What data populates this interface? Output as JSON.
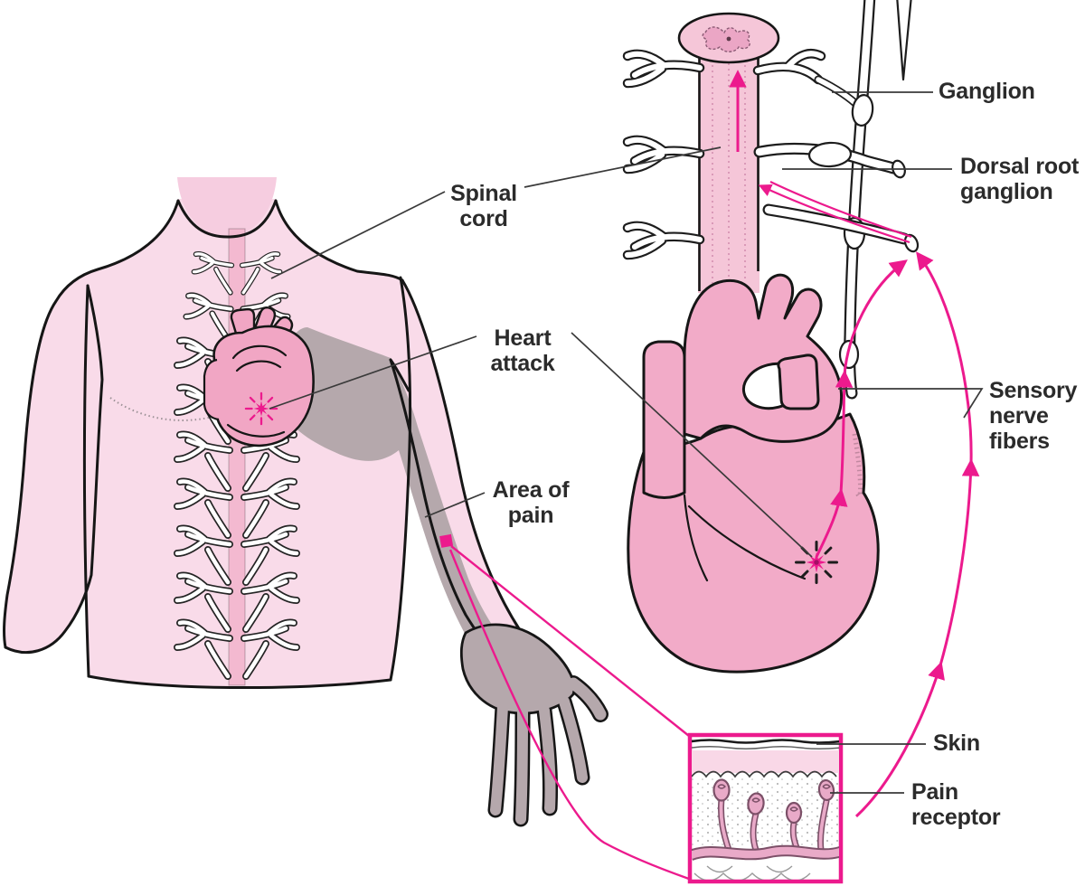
{
  "figure": {
    "type": "medical-illustration",
    "subject": "referred pain pathway from heart attack",
    "labels": {
      "spinal_cord": "Spinal cord",
      "heart_attack": "Heart attack",
      "area_of_pain": "Area of pain",
      "ganglion": "Ganglion",
      "dorsal_root_ganglion": "Dorsal root ganglion",
      "sensory_nerve_fibers": "Sensory nerve fibers",
      "skin": "Skin",
      "pain_receptor": "Pain receptor"
    },
    "colors": {
      "accent_magenta": "#ec1a8d",
      "body_pink": "#f9dbe9",
      "spine_pink": "#f3b9d0",
      "heart_pink": "#f1a6c4",
      "large_heart_pink": "#f2abc8",
      "spinal_cord_pink": "#f5c6d8",
      "pain_area_gray": "#b5a8ac",
      "outline_black": "#161616",
      "label_text": "#2b2b2b"
    }
  }
}
